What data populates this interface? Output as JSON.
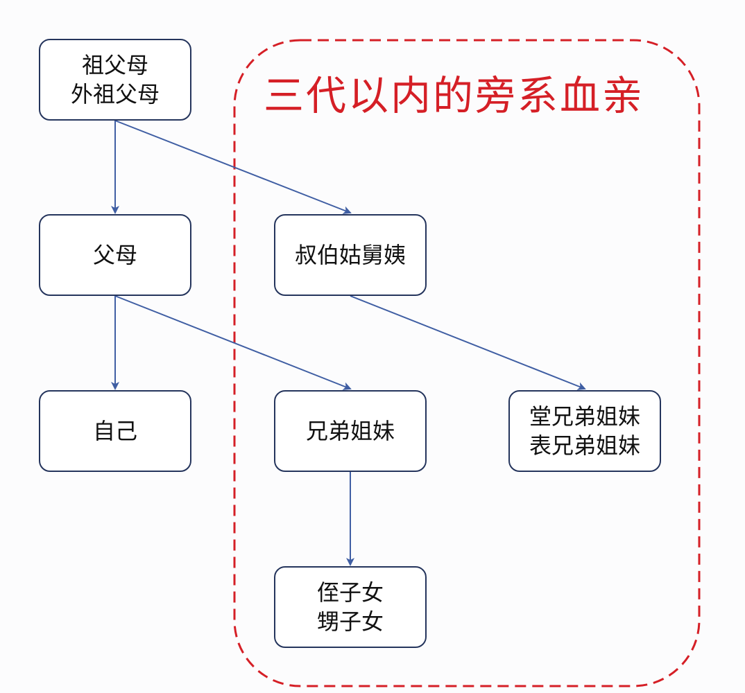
{
  "region": {
    "title": "三代以内的旁系血亲",
    "border_color": "#d51f26"
  },
  "nodes": {
    "grandparents": {
      "lines": [
        "祖父母",
        "外祖父母"
      ]
    },
    "parents": {
      "lines": [
        "父母"
      ]
    },
    "self": {
      "lines": [
        "自己"
      ]
    },
    "uncles_aunts": {
      "lines": [
        "叔伯姑舅姨"
      ]
    },
    "siblings": {
      "lines": [
        "兄弟姐妹"
      ]
    },
    "cousins": {
      "lines": [
        "堂兄弟姐妹",
        "表兄弟姐妹"
      ]
    },
    "nephews_nieces": {
      "lines": [
        "侄子女",
        "甥子女"
      ]
    }
  },
  "edges": [
    {
      "from": "grandparents",
      "to": "parents"
    },
    {
      "from": "grandparents",
      "to": "uncles_aunts"
    },
    {
      "from": "parents",
      "to": "self"
    },
    {
      "from": "parents",
      "to": "siblings"
    },
    {
      "from": "uncles_aunts",
      "to": "cousins"
    },
    {
      "from": "siblings",
      "to": "nephews_nieces"
    }
  ],
  "colors": {
    "node_border": "#24345c",
    "arrow": "#3f5ea3"
  }
}
